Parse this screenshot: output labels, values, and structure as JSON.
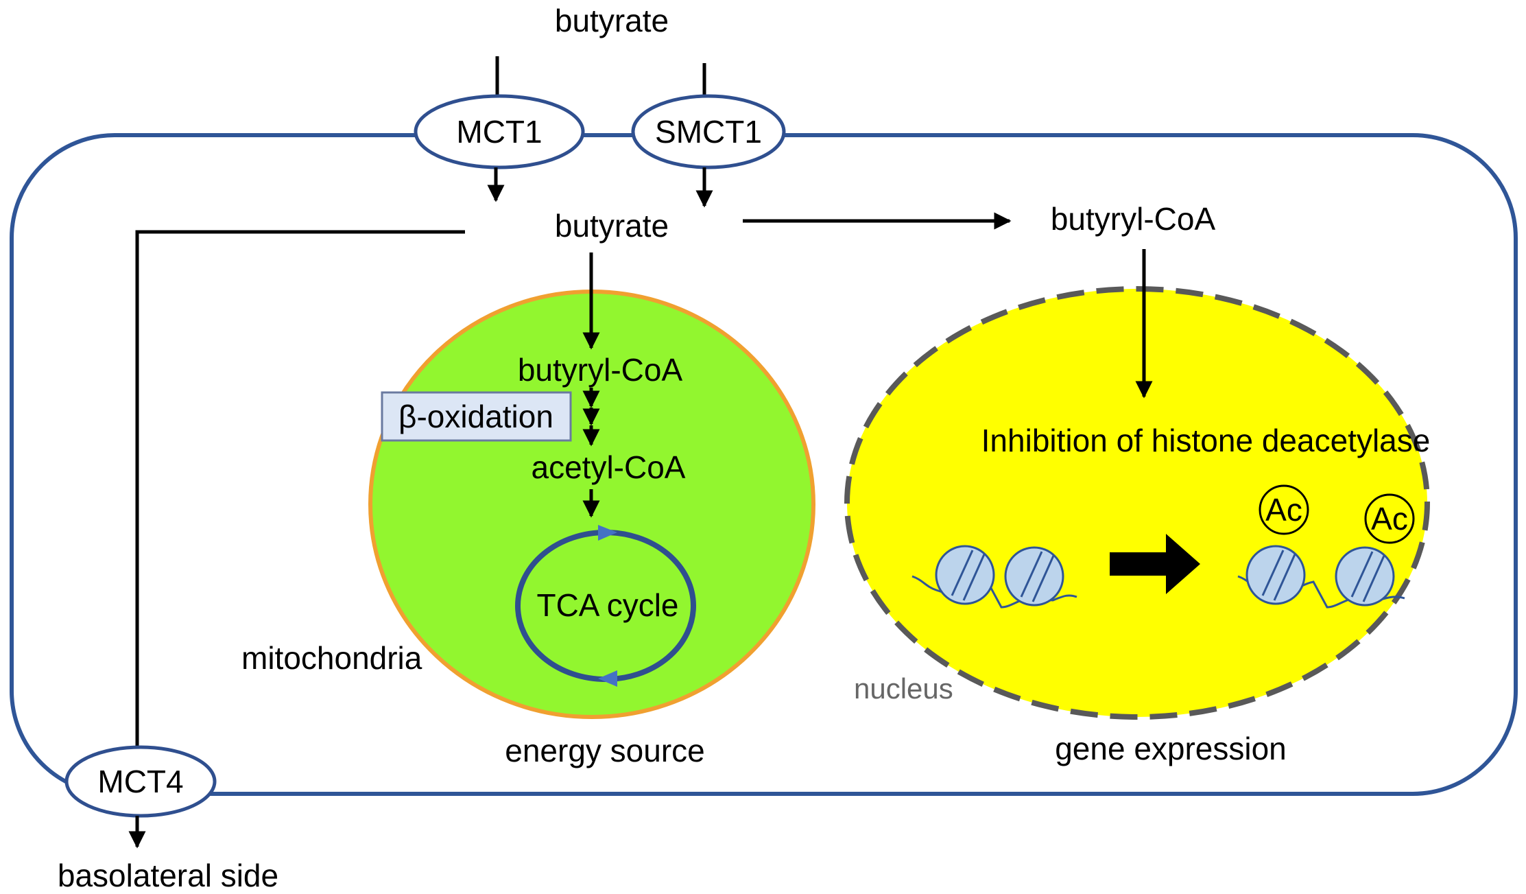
{
  "labels": {
    "butyrate_outside": "butyrate",
    "mct1": "MCT1",
    "smct1": "SMCT1",
    "butyrate_inside": "butyrate",
    "butyryl_coa_cytosol": "butyryl-CoA",
    "butyryl_coa_mito": "butyryl-CoA",
    "beta_oxidation": "β-oxidation",
    "acetyl_coa": "acetyl-CoA",
    "tca_cycle": "TCA cycle",
    "mitochondria": "mitochondria",
    "energy_source": "energy source",
    "hdac_inhibition": "Inhibition of histone deacetylase",
    "ac_1": "Ac",
    "ac_2": "Ac",
    "nucleus": "nucleus",
    "gene_expression": "gene expression",
    "mct4": "MCT4",
    "basolateral": "basolateral side"
  },
  "colors": {
    "membrane": "#2f5597",
    "mitochondria_fill": "#92f62f",
    "mitochondria_border": "#f0a030",
    "nucleus_fill": "#ffff00",
    "nucleus_border": "#595959",
    "nucleus_label": "#666666",
    "tca_cycle": "#2f4f8f",
    "beta_box_fill": "#dce6f5",
    "beta_box_border": "#6a7aa0",
    "nucleosome": "#bcd4ec"
  }
}
